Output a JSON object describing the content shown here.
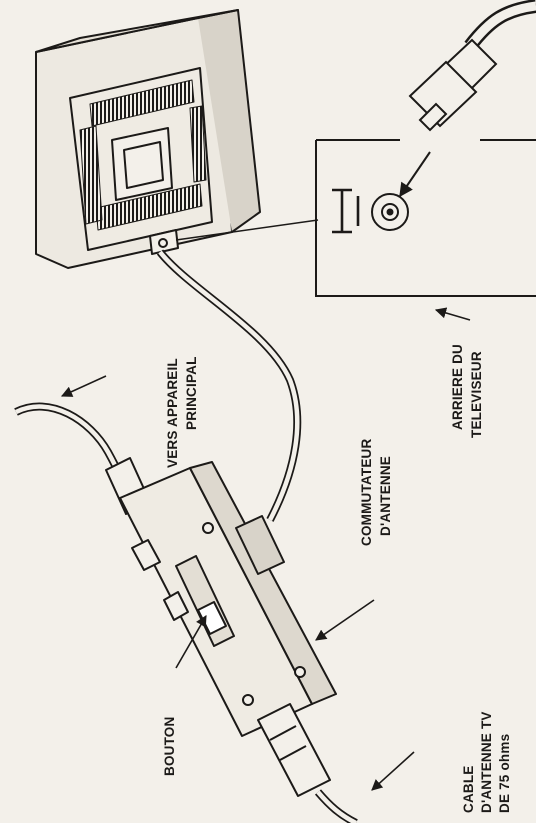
{
  "labels": {
    "vers_appareil_1": "VERS APPAREIL",
    "vers_appareil_2": "PRINCIPAL",
    "commutateur_1": "COMMUTATEUR",
    "commutateur_2": "D'ANTENNE",
    "arriere_1": "ARRIERE DU",
    "arriere_2": "TELEVISEUR",
    "bouton": "BOUTON",
    "cable_1": "CABLE",
    "cable_2": "D'ANTENNE TV",
    "cable_3": "DE 75 ohms"
  }
}
